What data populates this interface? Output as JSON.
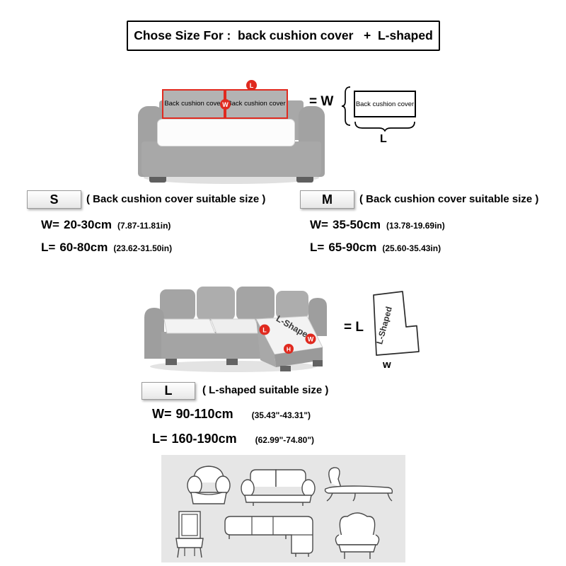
{
  "title": "Chose Size For :  back cushion cover   +  L-shaped",
  "diagram1": {
    "cushion1_label": "Back cushion cover",
    "cushion2_label": "Back cushion cover",
    "marker_l": "L",
    "marker_w": "W",
    "equals": "= W",
    "box_label": "Back cushion cover",
    "under_label": "L"
  },
  "size_s": {
    "badge": "S",
    "heading": "( Back cushion cover suitable size )",
    "w_label": "W=",
    "w_value": "20-30cm",
    "w_inches": "(7.87-11.81in)",
    "l_label": "L=",
    "l_value": "60-80cm",
    "l_inches": "(23.62-31.50in)"
  },
  "size_m": {
    "badge": "M",
    "heading": "( Back cushion cover suitable size )",
    "w_label": "W=",
    "w_value": "35-50cm",
    "w_inches": "(13.78-19.69in)",
    "l_label": "L=",
    "l_value": "65-90cm",
    "l_inches": "(25.60-35.43in)"
  },
  "diagram2": {
    "sofa_label": "L-Shaped",
    "marker_l": "L",
    "marker_w": "W",
    "marker_h": "H",
    "equals": "= L",
    "outline_label": "L-Shaped",
    "under_label": "w"
  },
  "size_l": {
    "badge": "L",
    "heading": "( L-shaped suitable size )",
    "w_label": "W=",
    "w_value": "90-110cm",
    "w_inches": "(35.43\"-43.31\")",
    "l_label": "L=",
    "l_value": "160-190cm",
    "l_inches": "(62.99\"-74.80\")"
  },
  "colors": {
    "accent_red": "#e02a1f",
    "sofa_gray": "#a8a8a8",
    "gallery_bg": "#e6e6e6"
  }
}
